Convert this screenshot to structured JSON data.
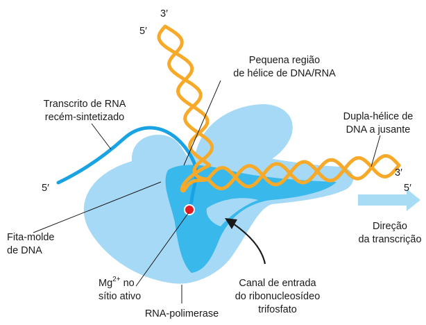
{
  "colors": {
    "polymerase_outer": "#a6d9f5",
    "polymerase_inner": "#39b8ec",
    "dna_strand": "#f7a929",
    "rna_strand": "#1aa3e3",
    "active_site": "#e01b24",
    "arrow": "#a8dcf5",
    "leader": "#1a1a1a"
  },
  "dna_top": {
    "end_3": "3′",
    "end_5": "5′"
  },
  "dna_right": {
    "end_3": "3′",
    "end_5": "5′"
  },
  "rna_end_5": "5′",
  "labels": {
    "hybrid": [
      "Pequena região",
      "de hélice de DNA/RNA"
    ],
    "transcript": [
      "Transcrito de RNA",
      "recém-sintetizado"
    ],
    "downstream": [
      "Dupla-hélice de",
      "DNA a jusante"
    ],
    "template": [
      "Fita-molde",
      "de DNA"
    ],
    "mg": {
      "base": "Mg",
      "superscript": "2+",
      "rest": " no",
      "line2": "sítio ativo"
    },
    "polymerase": "RNA-polimerase",
    "channel": [
      "Canal de entrada",
      "do ribonucleosídeo",
      "trifosfato"
    ],
    "direction": [
      "Direção",
      "da transcrição"
    ]
  }
}
